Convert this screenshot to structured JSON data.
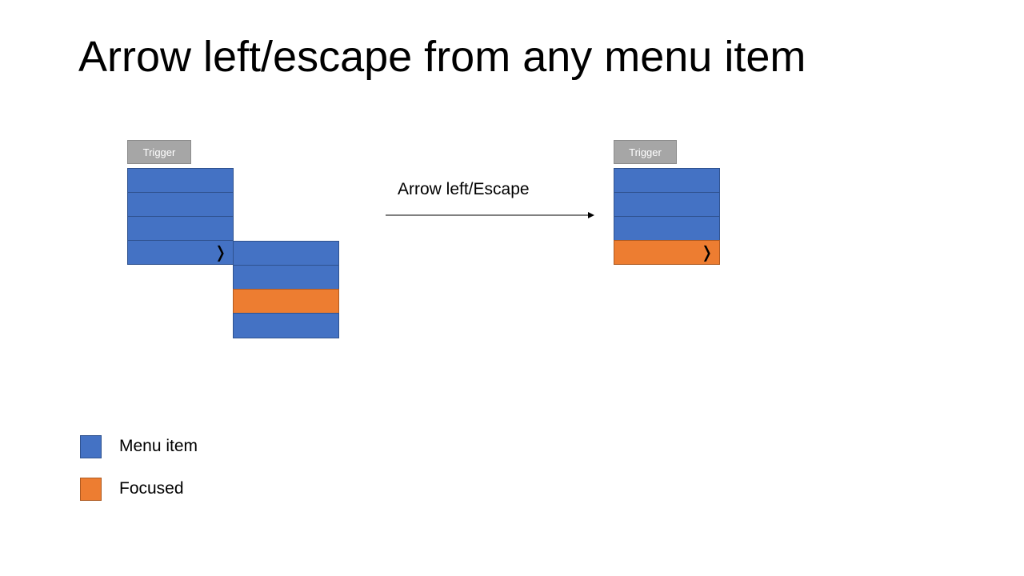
{
  "title": "Arrow left/escape from any menu item",
  "colors": {
    "menu_item": "#4472c4",
    "focused": "#ed7d31",
    "trigger": "#a6a6a6"
  },
  "before": {
    "trigger_label": "Trigger",
    "main_menu": [
      {
        "state": "menu_item",
        "submenu_indicator": ""
      },
      {
        "state": "menu_item",
        "submenu_indicator": ""
      },
      {
        "state": "menu_item",
        "submenu_indicator": ""
      },
      {
        "state": "menu_item",
        "submenu_indicator": "❭"
      }
    ],
    "submenu": [
      {
        "state": "menu_item"
      },
      {
        "state": "menu_item"
      },
      {
        "state": "focused"
      },
      {
        "state": "menu_item"
      }
    ]
  },
  "transition": {
    "label": "Arrow left/Escape"
  },
  "after": {
    "trigger_label": "Trigger",
    "main_menu": [
      {
        "state": "menu_item",
        "submenu_indicator": ""
      },
      {
        "state": "menu_item",
        "submenu_indicator": ""
      },
      {
        "state": "menu_item",
        "submenu_indicator": ""
      },
      {
        "state": "focused",
        "submenu_indicator": "❭"
      }
    ]
  },
  "legend": [
    {
      "label": "Menu item",
      "color_key": "menu_item"
    },
    {
      "label": "Focused",
      "color_key": "focused"
    }
  ]
}
